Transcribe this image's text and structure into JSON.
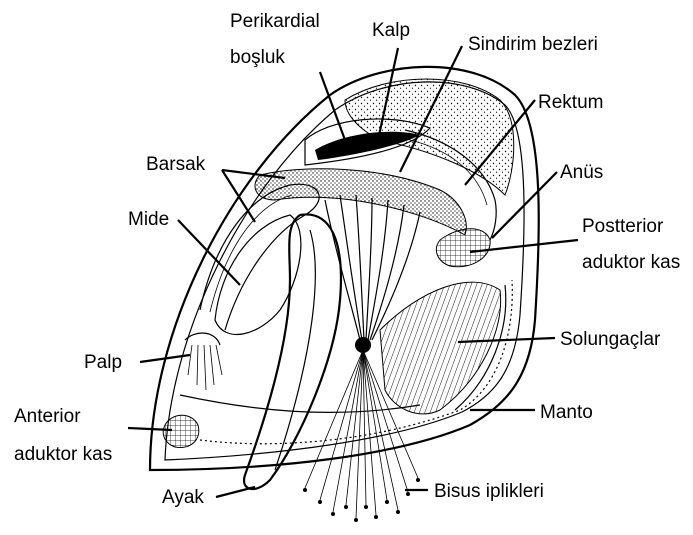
{
  "labels": {
    "perikardial_line1": "Perikardial",
    "perikardial_line2": "boşluk",
    "kalp": "Kalp",
    "sindirim": "Sindirim bezleri",
    "rektum": "Rektum",
    "barsak": "Barsak",
    "anus": "Anüs",
    "mide": "Mide",
    "posterior_line1": "Postterior",
    "posterior_line2": "aduktor kas",
    "palp": "Palp",
    "solungaclar": "Solungaçlar",
    "anterior_line1": "Anterior",
    "anterior_line2": "aduktor kas",
    "manto": "Manto",
    "ayak": "Ayak",
    "bisus": "Bisus iplikleri"
  },
  "colors": {
    "ink": "#000000",
    "background": "#ffffff"
  }
}
